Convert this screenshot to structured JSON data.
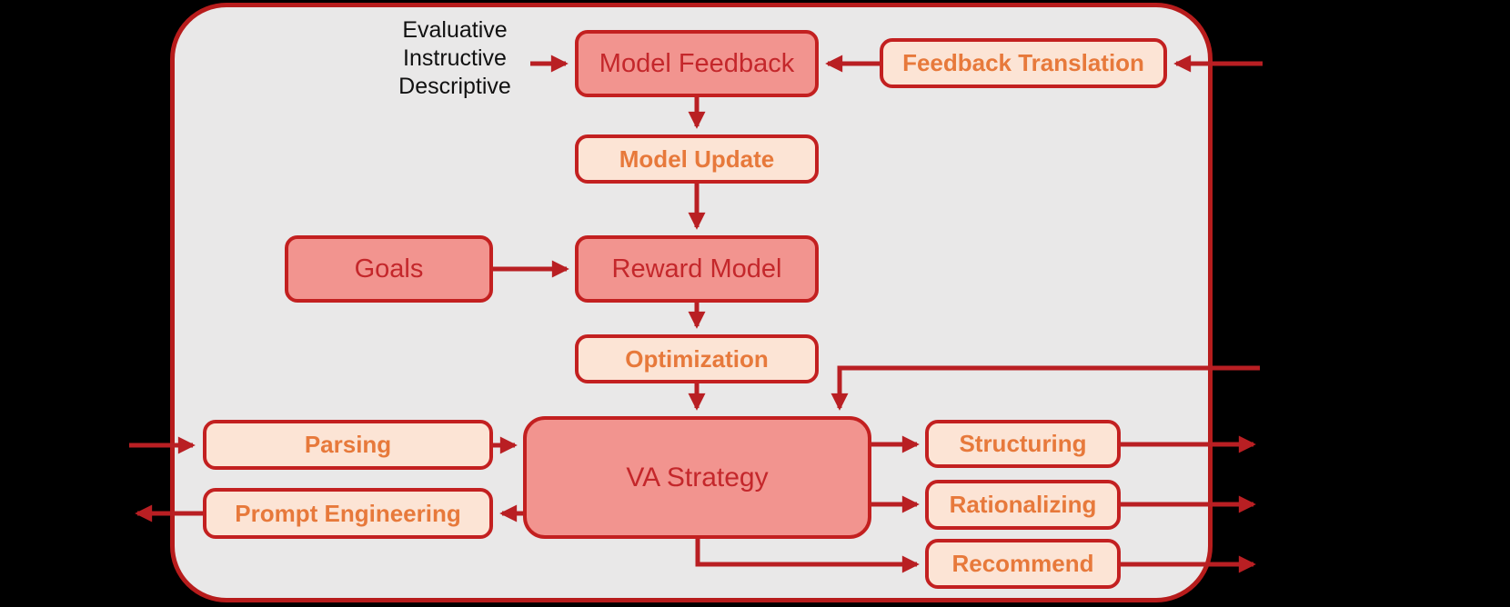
{
  "diagram": {
    "title_hint": "feedback-driven VA strategy flowchart",
    "colors": {
      "background": "#000000",
      "panel_fill": "#E9E8E8",
      "panel_border": "#B71C1C",
      "box_border": "#C32020",
      "pink_fill": "#F2948F",
      "peach_fill": "#FCE4D5",
      "red_text": "#C4272B",
      "orange_text": "#E7793B",
      "arrow": "#B91F23",
      "annotation_text": "#111111"
    },
    "annotation": {
      "lines": [
        "Evaluative",
        "Instructive",
        "Descriptive"
      ]
    },
    "nodes": [
      {
        "id": "model-feedback",
        "label": "Model Feedback",
        "style": "pink"
      },
      {
        "id": "feedback-translation",
        "label": "Feedback Translation",
        "style": "peach"
      },
      {
        "id": "model-update",
        "label": "Model Update",
        "style": "peach"
      },
      {
        "id": "goals",
        "label": "Goals",
        "style": "pink"
      },
      {
        "id": "reward-model",
        "label": "Reward Model",
        "style": "pink"
      },
      {
        "id": "optimization",
        "label": "Optimization",
        "style": "peach"
      },
      {
        "id": "parsing",
        "label": "Parsing",
        "style": "peach"
      },
      {
        "id": "va-strategy",
        "label": "VA Strategy",
        "style": "pink"
      },
      {
        "id": "prompt-engineering",
        "label": "Prompt Engineering",
        "style": "peach"
      },
      {
        "id": "structuring",
        "label": "Structuring",
        "style": "peach"
      },
      {
        "id": "rationalizing",
        "label": "Rationalizing",
        "style": "peach"
      },
      {
        "id": "recommend",
        "label": "Recommend",
        "style": "peach"
      }
    ],
    "edges": [
      {
        "from": "annotation",
        "to": "model-feedback"
      },
      {
        "from": "feedback-translation",
        "to": "model-feedback"
      },
      {
        "from": "outside-right",
        "to": "feedback-translation"
      },
      {
        "from": "model-feedback",
        "to": "model-update"
      },
      {
        "from": "model-update",
        "to": "reward-model"
      },
      {
        "from": "goals",
        "to": "reward-model"
      },
      {
        "from": "reward-model",
        "to": "optimization"
      },
      {
        "from": "optimization",
        "to": "va-strategy"
      },
      {
        "from": "outside-right",
        "to": "va-strategy"
      },
      {
        "from": "outside-left",
        "to": "parsing"
      },
      {
        "from": "parsing",
        "to": "va-strategy"
      },
      {
        "from": "va-strategy",
        "to": "prompt-engineering"
      },
      {
        "from": "prompt-engineering",
        "to": "outside-left"
      },
      {
        "from": "va-strategy",
        "to": "structuring"
      },
      {
        "from": "va-strategy",
        "to": "rationalizing"
      },
      {
        "from": "va-strategy",
        "to": "recommend"
      },
      {
        "from": "structuring",
        "to": "outside-right"
      },
      {
        "from": "rationalizing",
        "to": "outside-right"
      },
      {
        "from": "recommend",
        "to": "outside-right"
      }
    ]
  }
}
